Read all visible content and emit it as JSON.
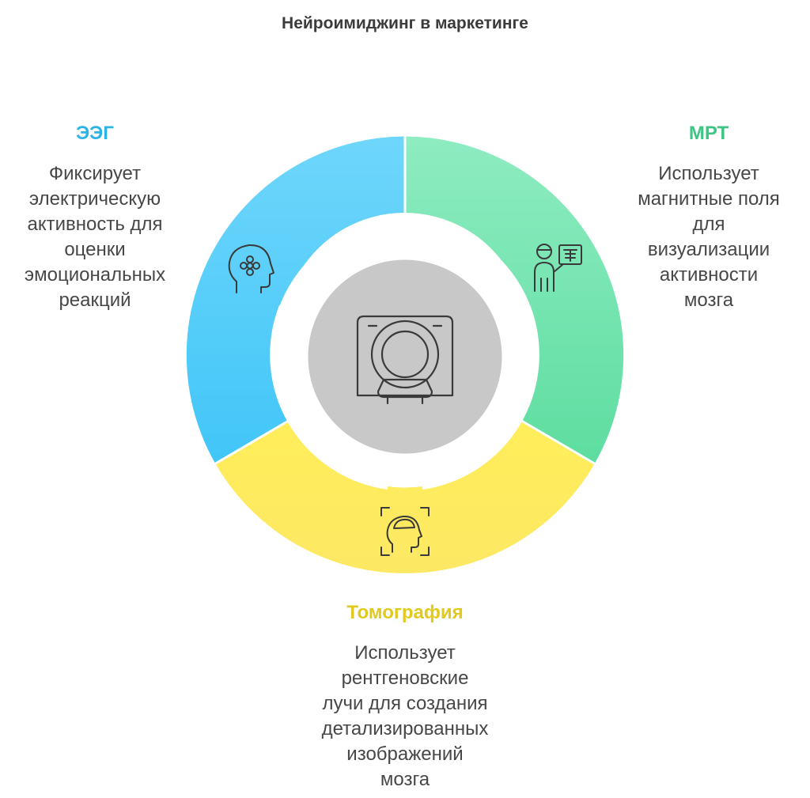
{
  "title": "Нейроимиджинг в маркетинге",
  "colors": {
    "eeg": "#2cb4e6",
    "mrt": "#3ec483",
    "tomography": "#e2c91d",
    "center": "#c8c8c8",
    "icon_stroke": "#3a3a3a"
  },
  "segments": [
    {
      "id": "eeg",
      "title": "ЭЭГ",
      "description": "Фиксирует\nэлектрическую\nактивность для\nоценки\nэмоциональных\nреакций",
      "icon": "head-flower-icon"
    },
    {
      "id": "mrt",
      "title": "МРТ",
      "description": "Использует\nмагнитные поля\nдля\nвизуализации\nактивности\nмозга",
      "icon": "doctor-xray-icon"
    },
    {
      "id": "tomography",
      "title": "Томография",
      "description": "Использует\nрентгеновские\nлучи для создания\nдетализированных\nизображений\nмозга",
      "icon": "head-scan-icon"
    }
  ],
  "center_icon": "ct-scanner-icon"
}
